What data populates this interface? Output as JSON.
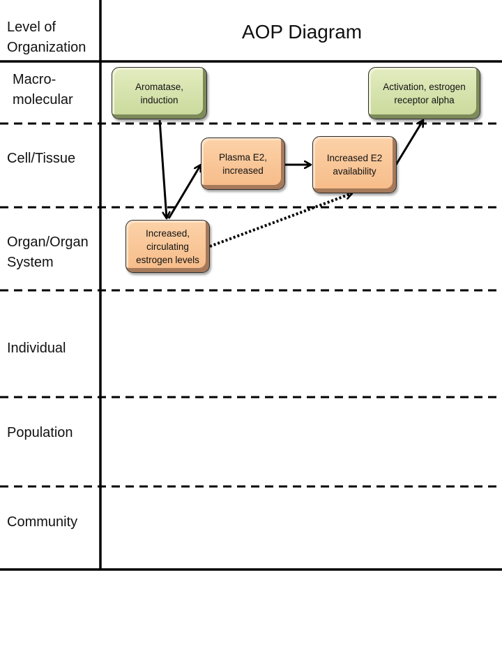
{
  "header": {
    "column_label": "Level of Organization",
    "title": "AOP Diagram"
  },
  "levels": [
    {
      "id": "macromolecular",
      "label": "Macro-\nmolecular"
    },
    {
      "id": "cell-tissue",
      "label": "Cell/Tissue"
    },
    {
      "id": "organ",
      "label": "Organ/Organ\nSystem"
    },
    {
      "id": "individual",
      "label": "Individual"
    },
    {
      "id": "population",
      "label": "Population"
    },
    {
      "id": "community",
      "label": "Community"
    }
  ],
  "nodes": [
    {
      "id": "aromatase",
      "label": "Aromatase,\ninduction",
      "type": "molecular-initiating-event",
      "color": "#d6e3a8",
      "level": "macromolecular"
    },
    {
      "id": "er-alpha",
      "label": "Activation, estrogen\nreceptor alpha",
      "type": "key-event",
      "color": "#d6e3a8",
      "level": "macromolecular"
    },
    {
      "id": "plasma-e2",
      "label": "Plasma E2,\nincreased",
      "type": "key-event",
      "color": "#fac89a",
      "level": "cell-tissue"
    },
    {
      "id": "e2-availability",
      "label": "Increased E2\navailability",
      "type": "key-event",
      "color": "#fac89a",
      "level": "cell-tissue"
    },
    {
      "id": "circulating-estrogen",
      "label": "Increased,\ncirculating\nestrogen levels",
      "type": "key-event",
      "color": "#fac89a",
      "level": "organ"
    }
  ],
  "edges": [
    {
      "from": "aromatase",
      "to": "circulating-estrogen",
      "style": "solid"
    },
    {
      "from": "circulating-estrogen",
      "to": "plasma-e2",
      "style": "solid"
    },
    {
      "from": "plasma-e2",
      "to": "e2-availability",
      "style": "solid"
    },
    {
      "from": "e2-availability",
      "to": "er-alpha",
      "style": "solid"
    },
    {
      "from": "circulating-estrogen",
      "to": "e2-availability",
      "style": "dotted"
    }
  ]
}
